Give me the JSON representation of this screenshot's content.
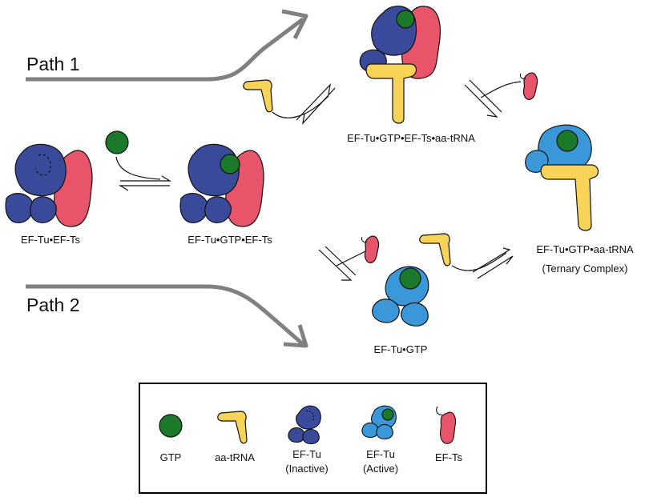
{
  "paths": {
    "path1": "Path 1",
    "path2": "Path 2"
  },
  "complexes": {
    "tu_ts": "EF-Tu•EF-Ts",
    "tu_gtp_ts": "EF-Tu•GTP•EF-Ts",
    "tu_gtp_ts_trna": "EF-Tu•GTP•EF-Ts•aa-tRNA",
    "tu_gtp": "EF-Tu•GTP",
    "ternary_line1": "EF-Tu•GTP•aa-tRNA",
    "ternary_line2": "(Ternary Complex)"
  },
  "legend": {
    "gtp": "GTP",
    "trna": "aa-tRNA",
    "tu_inactive_1": "EF-Tu",
    "tu_inactive_2": "(Inactive)",
    "tu_active_1": "EF-Tu",
    "tu_active_2": "(Active)",
    "ts": "EF-Ts"
  },
  "colors": {
    "gtp": "#1a7a2a",
    "trna": "#f7d358",
    "ef_tu_inactive": "#3a4a9a",
    "ef_tu_active": "#3a98d8",
    "ef_ts": "#e8546a",
    "arrow_gray": "#808080"
  }
}
